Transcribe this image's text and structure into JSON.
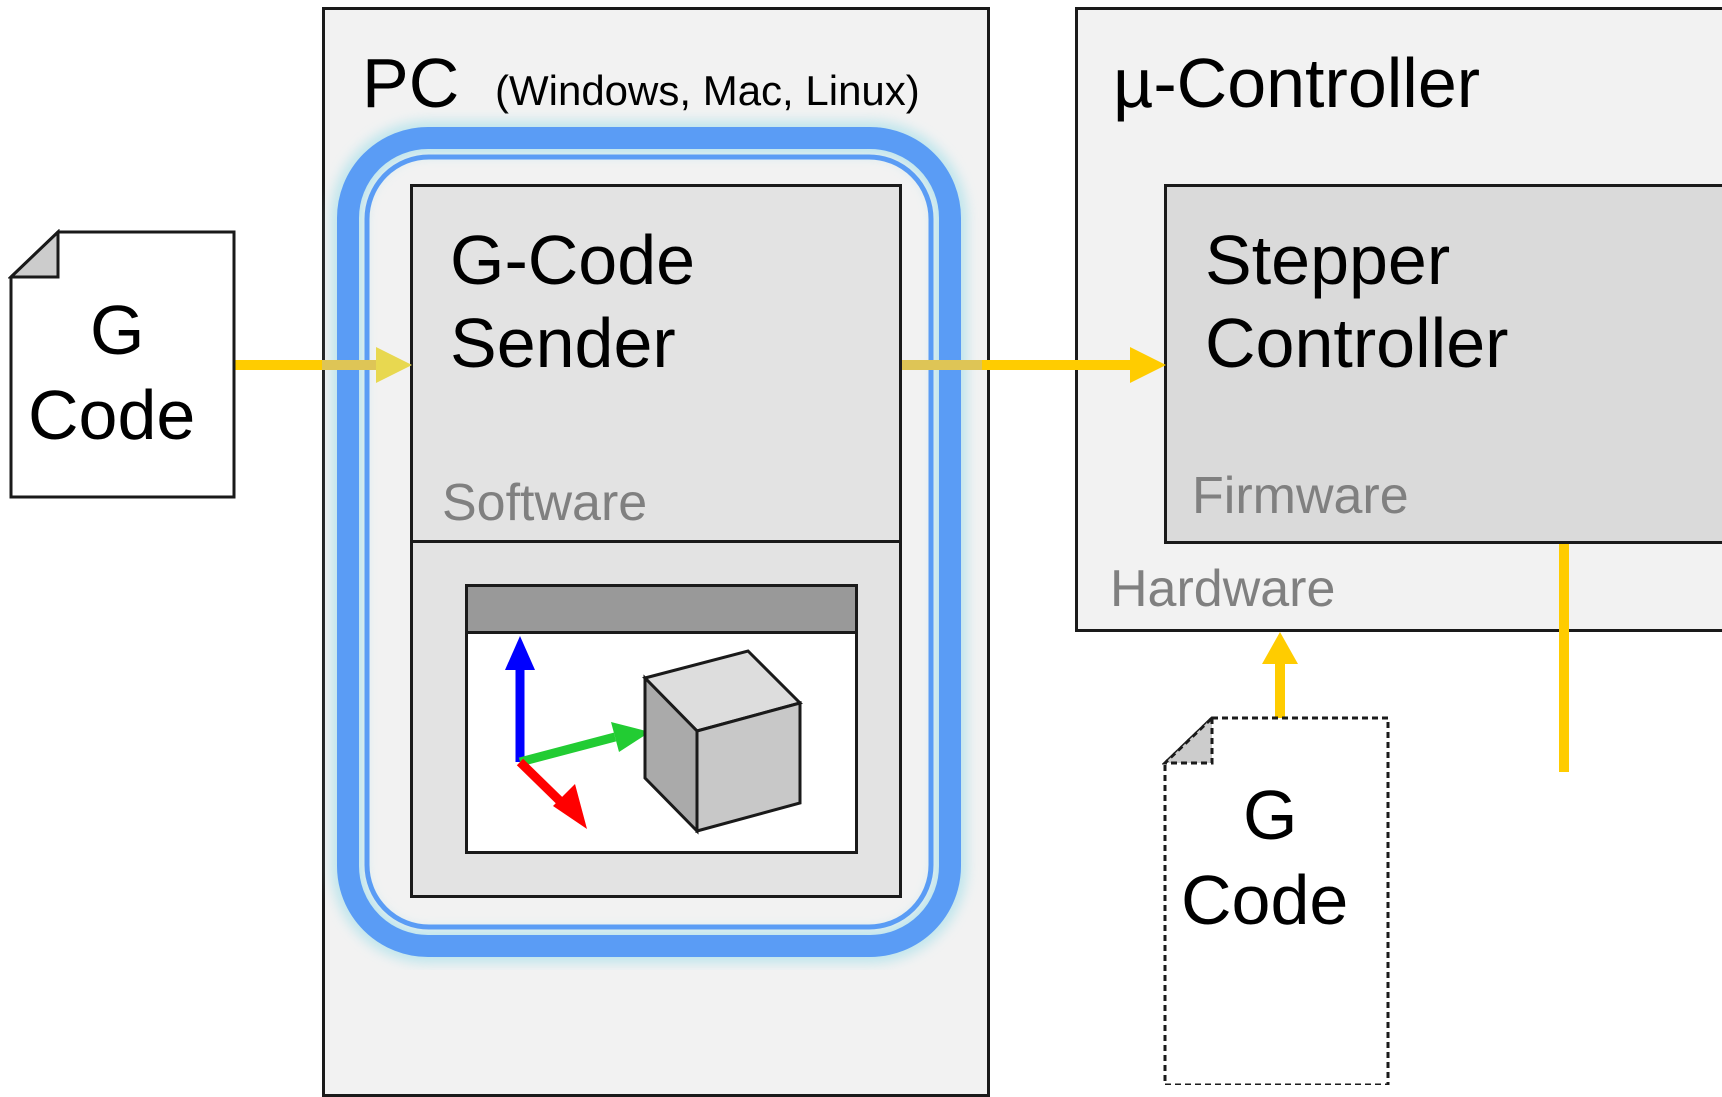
{
  "pc_panel": {
    "title": "PC",
    "subtitle": "(Windows, Mac, Linux)"
  },
  "software_box": {
    "title_line1": "G-Code",
    "title_line2": "Sender",
    "layer": "Software"
  },
  "controller_panel": {
    "title": "µ-Controller",
    "layer": "Hardware"
  },
  "firmware_box": {
    "title_line1": "Stepper",
    "title_line2": "Controller",
    "layer": "Firmware"
  },
  "gcode_doc_left": {
    "line1": "G",
    "line2": "Code"
  },
  "gcode_doc_bottom": {
    "line1": "G",
    "line2": "Code"
  },
  "colors": {
    "arrow": "#ffcc00",
    "highlight": "#4a90f0",
    "axis_x": "#ff0000",
    "axis_y": "#22cc33",
    "axis_z": "#0000ff"
  },
  "icons": [
    "document-icon",
    "arrow-icon",
    "app-window-icon",
    "axes-icon",
    "cube-icon"
  ]
}
